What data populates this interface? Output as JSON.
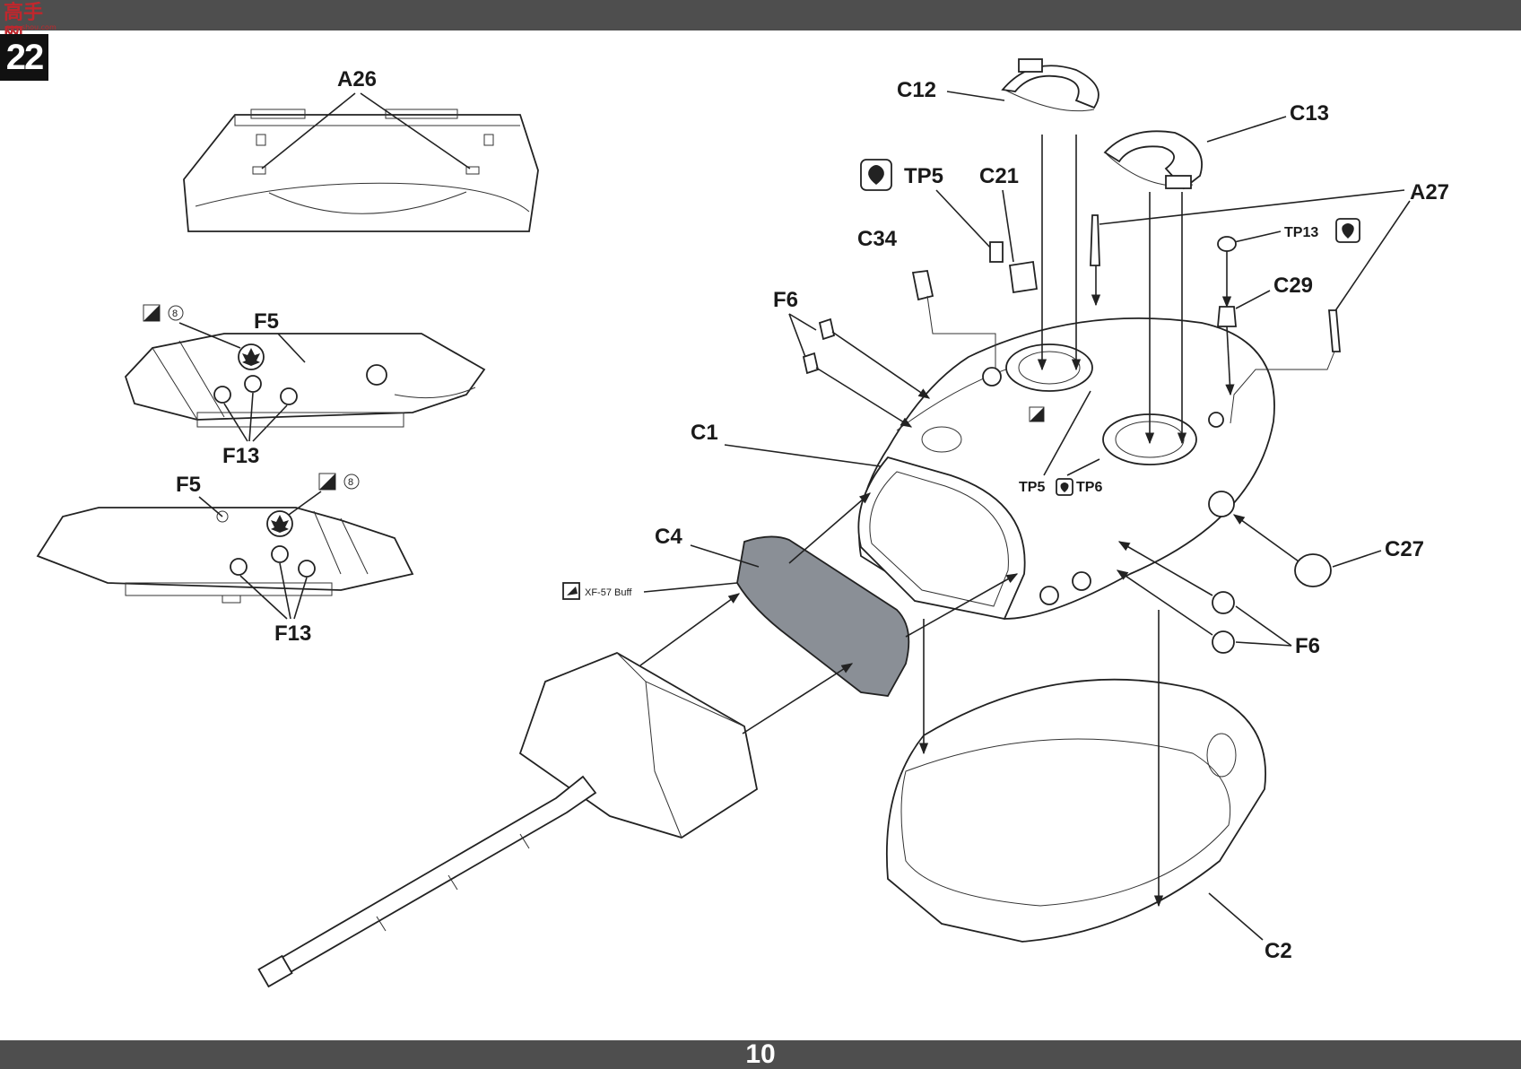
{
  "header": {
    "logo_text": "高手网",
    "logo_sub": "gao-shou.com",
    "step_number": "22"
  },
  "footer": {
    "page_number": "10"
  },
  "labels": {
    "a26": "A26",
    "f5_top": "F5",
    "f13_top": "F13",
    "f5_bottom": "F5",
    "f13_bottom": "F13",
    "decal_8_top": "8",
    "decal_8_bottom": "8",
    "c12": "C12",
    "c13": "C13",
    "tp5": "TP5",
    "c21": "C21",
    "a27": "A27",
    "c34": "C34",
    "tp13": "TP13",
    "c29": "C29",
    "f6_left": "F6",
    "c1": "C1",
    "tp5_tp6_a": "TP5",
    "tp5_tp6_b": "TP6",
    "c4": "C4",
    "paint": "XF-57 Buff",
    "c27": "C27",
    "f6_right": "F6",
    "c2": "C2"
  },
  "colors": {
    "bar": "#4e4e4e",
    "ink": "#1a1a1a",
    "mantlet_shade": "#8a8f96",
    "logo_red": "#c0272d"
  },
  "icons": [
    "glue-icon",
    "decal-icon",
    "paint-icon",
    "maple-leaf-decal"
  ]
}
